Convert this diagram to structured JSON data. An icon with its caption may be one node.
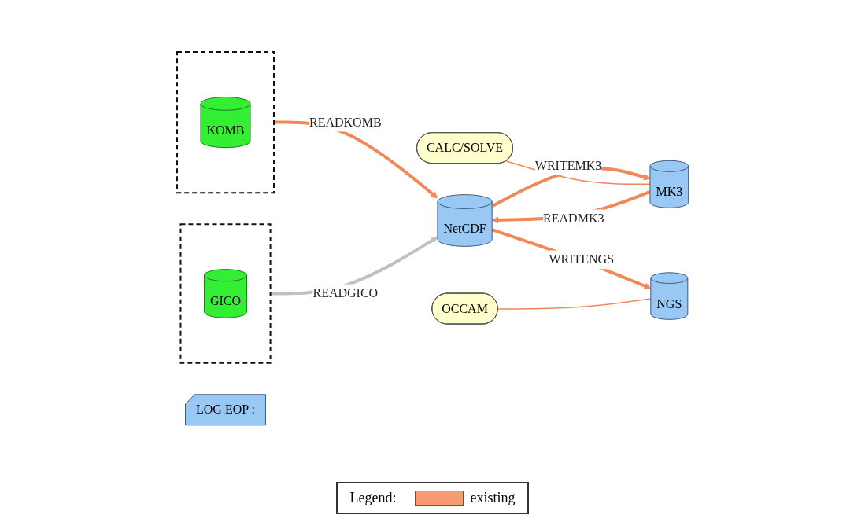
{
  "diagram": {
    "nodes": [
      {
        "text": [],
        "shape": "box"
      },
      {
        "text": [
          "KOMB"
        ],
        "in": 0
      },
      {
        "text": [],
        "shape": "box"
      },
      {
        "text": [
          "LOG EOP :"
        ]
      },
      {
        "text": [
          "GICO"
        ],
        "in": 2
      },
      {
        "text": [
          "NetCDF"
        ]
      },
      {
        "text": [
          "CALC/SOLVE"
        ]
      },
      {
        "text": [
          "MK3"
        ]
      },
      {
        "text": [
          "OCCAM"
        ]
      },
      {
        "text": [
          "NGS"
        ]
      }
    ],
    "edges": [
      {
        "from": 0,
        "to": 5,
        "arrow": "to",
        "label": "READKOMB"
      },
      {
        "from": 2,
        "to": 5,
        "arrow": "to",
        "label": "READGICO",
        "color": "#c0c0c0"
      },
      {
        "from": 5,
        "to": 7,
        "arrow": "to",
        "label": "WRITEMK3"
      },
      {
        "from": 7,
        "to": 5,
        "arrow": "to",
        "label": "READMK3"
      },
      {
        "from": 5,
        "to": 9,
        "arrow": "to",
        "label": "WRITENGS"
      },
      {
        "from": 6,
        "to": 7,
        "arrow": "none"
      },
      {
        "from": 8,
        "to": 9,
        "arrow": "none"
      }
    ],
    "labels": [
      "Legend:"
    ],
    "legend": [
      {
        "text": "existing",
        "color": "#f79c72"
      }
    ]
  }
}
